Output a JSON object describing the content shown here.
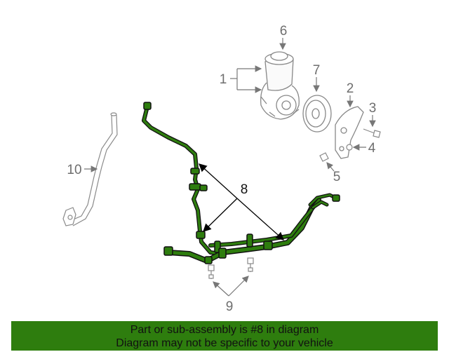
{
  "callouts": {
    "c1": "1",
    "c2": "2",
    "c3": "3",
    "c4": "4",
    "c5": "5",
    "c6": "6",
    "c7": "7",
    "c8": "8",
    "c9": "9",
    "c10": "10"
  },
  "highlight_color": "#2e7d0e",
  "footer": {
    "line1": "Part or sub-assembly is #8 in diagram",
    "line2": "Diagram may not be specific to your vehicle"
  }
}
